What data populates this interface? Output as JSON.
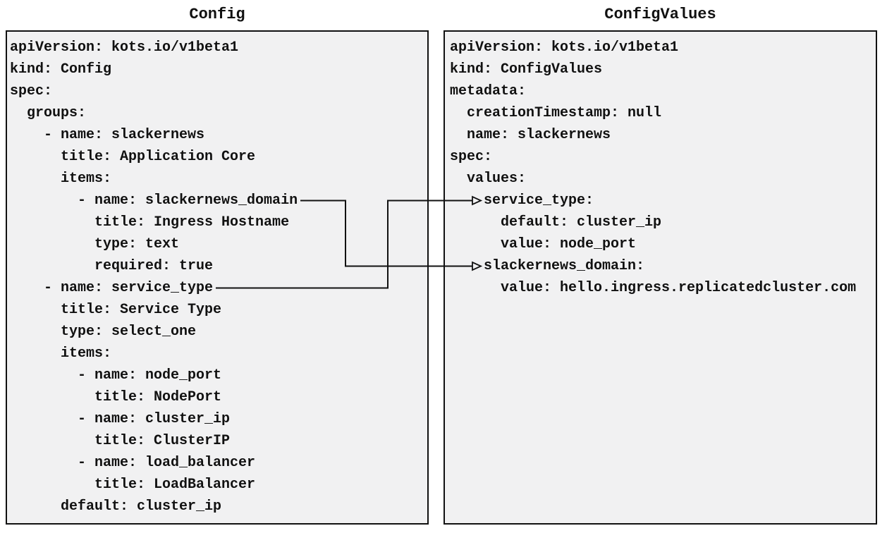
{
  "diagram": {
    "left_panel": {
      "title": "Config",
      "lines": [
        "apiVersion: kots.io/v1beta1",
        "kind: Config",
        "spec:",
        "  groups:",
        "    - name: slackernews",
        "      title: Application Core",
        "      items:",
        "        - name: slackernews_domain",
        "          title: Ingress Hostname",
        "          type: text",
        "          required: true",
        "    - name: service_type",
        "      title: Service Type",
        "      type: select_one",
        "      items:",
        "        - name: node_port",
        "          title: NodePort",
        "        - name: cluster_ip",
        "          title: ClusterIP",
        "        - name: load_balancer",
        "          title: LoadBalancer",
        "      default: cluster_ip"
      ]
    },
    "right_panel": {
      "title": "ConfigValues",
      "lines": [
        "apiVersion: kots.io/v1beta1",
        "kind: ConfigValues",
        "metadata:",
        "  creationTimestamp: null",
        "  name: slackernews",
        "spec:",
        "  values:",
        "    service_type:",
        "      default: cluster_ip",
        "      value: node_port",
        "    slackernews_domain:",
        "      value: hello.ingress.replicatedcluster.com"
      ]
    },
    "connectors": [
      {
        "from_label": "slackernews_domain",
        "to_label": "slackernews_domain:",
        "arrowhead": "open-right-triangle"
      },
      {
        "from_label": "service_type",
        "to_label": "service_type:",
        "arrowhead": "open-right-triangle"
      }
    ],
    "colors": {
      "page_bg": "#ffffff",
      "panel_bg": "#f1f1f2",
      "border": "#111111",
      "text": "#111111",
      "connector": "#111111"
    }
  }
}
